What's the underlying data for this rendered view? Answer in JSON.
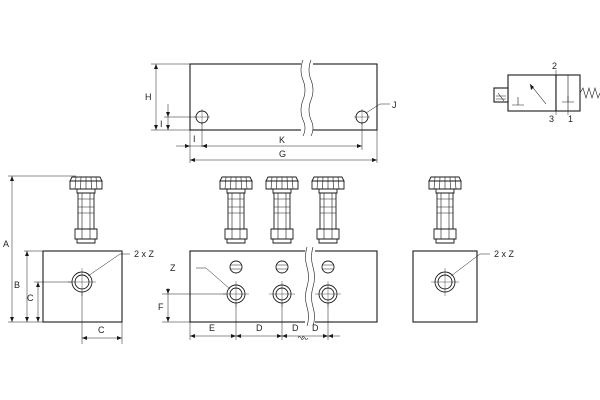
{
  "top_view": {
    "dim_h": "H",
    "dim_i_vertical": "I",
    "dim_i_horizontal": "I",
    "dim_k": "K",
    "dim_g": "G",
    "hole_label": "J"
  },
  "symbol": {
    "port_2": "2",
    "port_3": "3",
    "port_1": "1"
  },
  "left_view": {
    "dim_a": "A",
    "dim_b": "B",
    "dim_c_vertical": "C",
    "dim_c_horizontal": "C",
    "thread_label": "2 x Z"
  },
  "front_view": {
    "thread_label": "Z",
    "dim_f": "F",
    "dim_e": "E",
    "dim_d1": "D",
    "dim_d2": "D",
    "dim_d3": "D"
  },
  "right_view": {
    "thread_label": "2 x Z"
  }
}
